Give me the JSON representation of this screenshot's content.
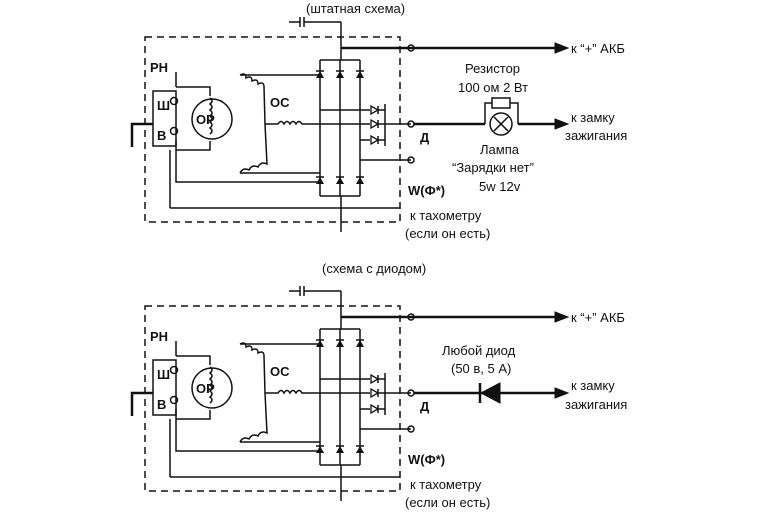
{
  "top": {
    "title": "(штатная схема)",
    "pn": "РН",
    "sh": "Ш",
    "v": "В",
    "or": "ОР",
    "os": "ОС",
    "akb": "к “+” АКБ",
    "resistor_line1": "Резистор",
    "resistor_line2": "100 ом 2 Вт",
    "lamp_line1": "Лампа",
    "lamp_line2": "“Зарядки нет”",
    "lamp_line3": "5w 12v",
    "ignition_line1": "к замку",
    "ignition_line2": "зажигания",
    "d": "Д",
    "w_phi": "W(Ф*)",
    "tacho_line1": "к тахометру",
    "tacho_line2": "(если он есть)"
  },
  "bottom": {
    "title": "(схема с диодом)",
    "pn": "РН",
    "sh": "Ш",
    "v": "В",
    "or": "ОР",
    "os": "ОС",
    "akb": "к “+” АКБ",
    "diode_line1": "Любой диод",
    "diode_line2": "(50 в, 5 А)",
    "ignition_line1": "к замку",
    "ignition_line2": "зажигания",
    "d": "Д",
    "w_phi": "W(Ф*)",
    "tacho_line1": "к тахометру",
    "tacho_line2": "(если он есть)"
  }
}
